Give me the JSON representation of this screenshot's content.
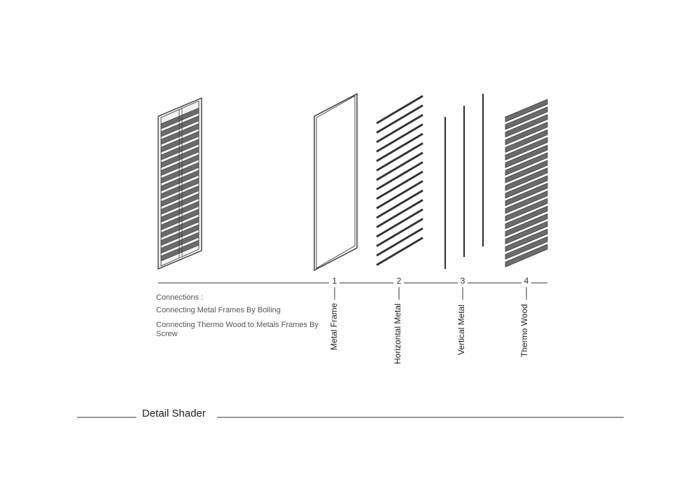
{
  "connections": {
    "title": "Connections :",
    "lines": [
      "Connecting Metal Frames By Boiling",
      "Connecting Thermo Wood to Metals Frames By Screw"
    ]
  },
  "components": [
    {
      "number": "1",
      "label": "Metal Frame"
    },
    {
      "number": "2",
      "label": "Horizontal Metal"
    },
    {
      "number": "3",
      "label": "Vertical Metal"
    },
    {
      "number": "4",
      "label": "Thermo Wood"
    }
  ],
  "caption": "Detail Shader",
  "colors": {
    "line": "#333333",
    "wood": "#6b6b6b",
    "wood_edge": "#3a3a3a"
  }
}
